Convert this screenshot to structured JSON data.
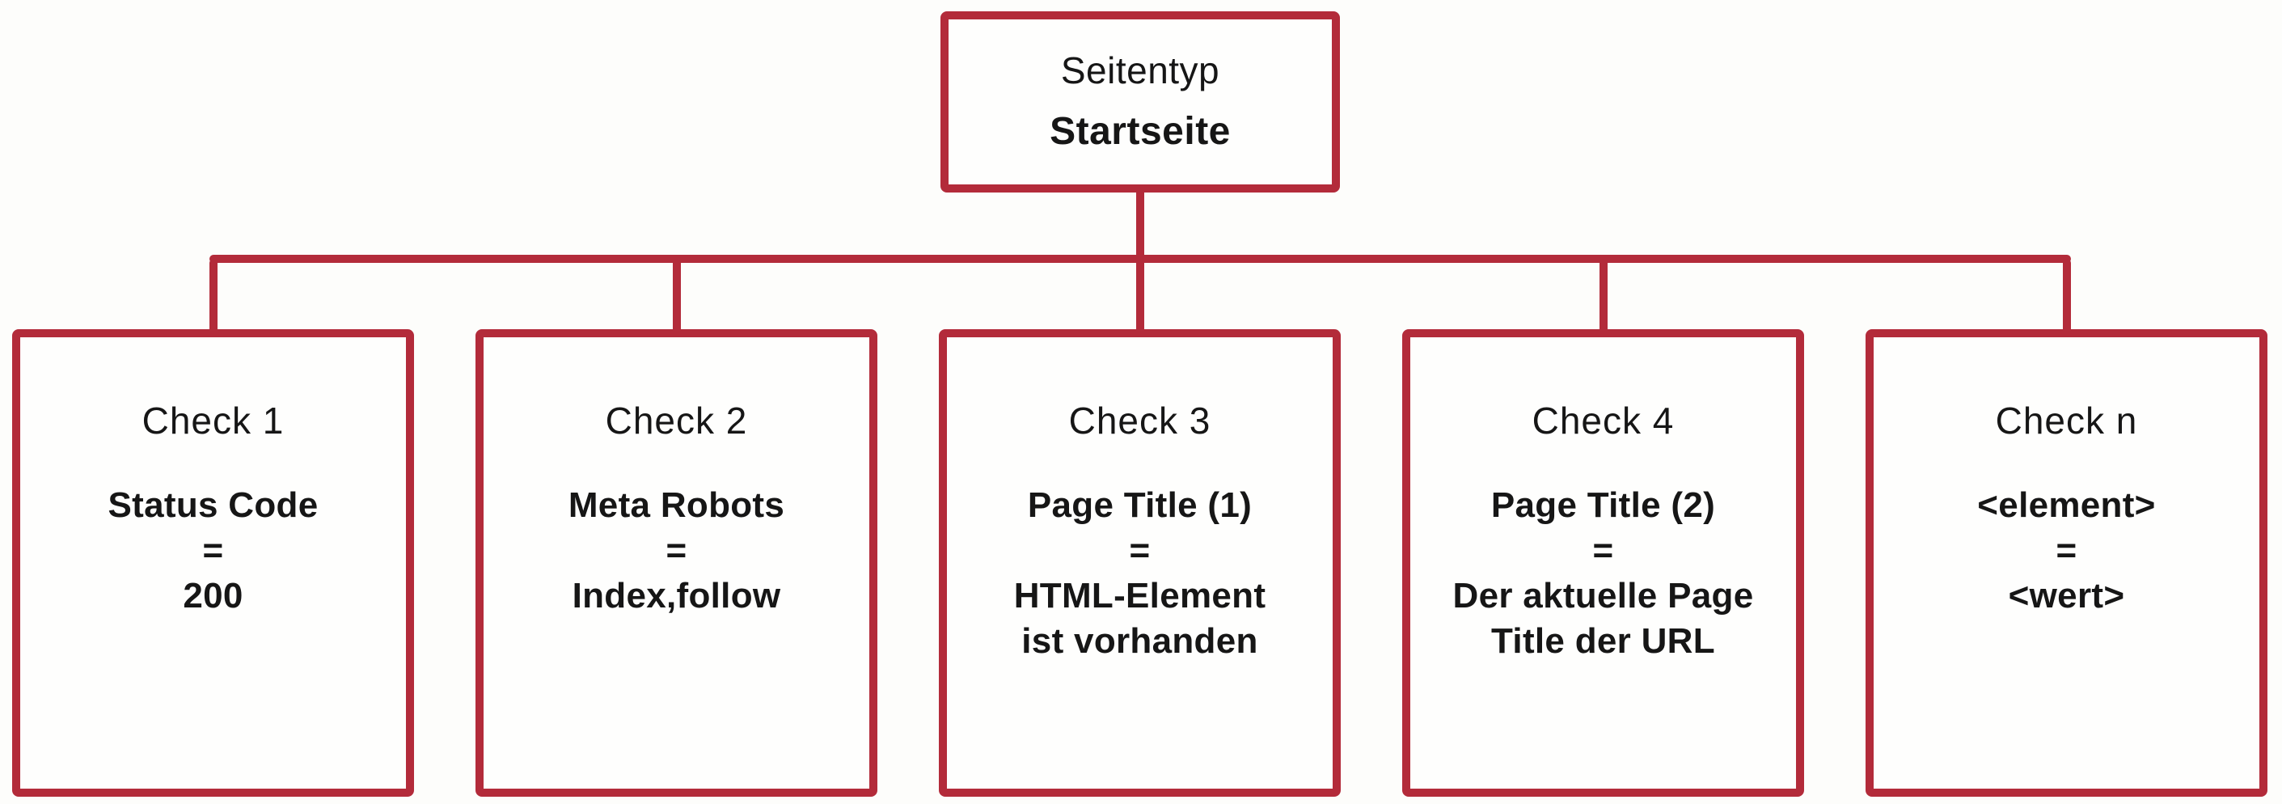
{
  "diagram": {
    "colors": {
      "line": "#B32B3A",
      "text": "#161616",
      "background": "#FDFDFB"
    },
    "root": {
      "title": "Seitentyp",
      "subtitle": "Startseite"
    },
    "checks": [
      {
        "title": "Check 1",
        "body": "Status Code\n=\n200"
      },
      {
        "title": "Check 2",
        "body": "Meta Robots\n=\nIndex,follow"
      },
      {
        "title": "Check 3",
        "body": "Page Title (1)\n=\nHTML-Element\nist vorhanden"
      },
      {
        "title": "Check 4",
        "body": "Page Title (2)\n=\nDer aktuelle Page\nTitle der URL"
      },
      {
        "title": "Check n",
        "body": "<element>\n=\n<wert>"
      }
    ]
  }
}
